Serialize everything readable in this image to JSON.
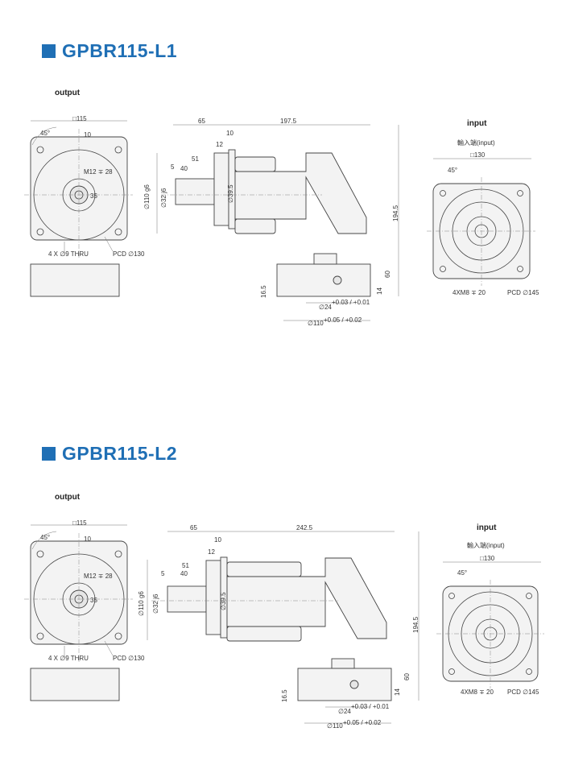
{
  "accent_color": "#1f6fb5",
  "sections": [
    {
      "title": "GPBR115-L1",
      "output_label": "output",
      "input_label": "input",
      "input_caption": "輸入端(input)",
      "dims": {
        "sq115": "□115",
        "angle45": "45°",
        "d10": "10",
        "m12": "M12 ∓ 28",
        "d35": "35",
        "holes": "4 X ∅9 THRU",
        "pcd130": "PCD ∅130",
        "d65": "65",
        "d197_5": "197.5",
        "d10b": "10",
        "d12": "12",
        "d51": "51",
        "d40": "40",
        "d5": "5",
        "d110g6": "∅110 g6",
        "d32j6": "∅32 j6",
        "d39_5": "∅39.5",
        "d194_5": "194.5",
        "d60": "60",
        "d16_5": "16.5",
        "d14": "14",
        "d24": "∅24",
        "tol24": "+0.03 / +0.01",
        "d110b": "∅110",
        "tol110": "+0.05 / +0.02",
        "sq130": "□130",
        "angle45b": "45°",
        "m8": "4XM8 ∓ 20",
        "pcd145": "PCD ∅145"
      }
    },
    {
      "title": "GPBR115-L2",
      "output_label": "output",
      "input_label": "input",
      "input_caption": "輸入端(input)",
      "dims": {
        "sq115": "□115",
        "angle45": "45°",
        "d10": "10",
        "m12": "M12 ∓ 28",
        "d35": "35",
        "holes": "4 X ∅9 THRU",
        "pcd130": "PCD ∅130",
        "d65": "65",
        "d197_5": "242.5",
        "d10b": "10",
        "d12": "12",
        "d51": "51",
        "d40": "40",
        "d5": "5",
        "d110g6": "∅110 g6",
        "d32j6": "∅32 j6",
        "d39_5": "∅39.5",
        "d194_5": "194.5",
        "d60": "60",
        "d16_5": "16.5",
        "d14": "14",
        "d24": "∅24",
        "tol24": "+0.03 / +0.01",
        "d110b": "∅110",
        "tol110": "+0.05 / +0.02",
        "sq130": "□130",
        "angle45b": "45°",
        "m8": "4XM8 ∓ 20",
        "pcd145": "PCD ∅145"
      }
    }
  ]
}
